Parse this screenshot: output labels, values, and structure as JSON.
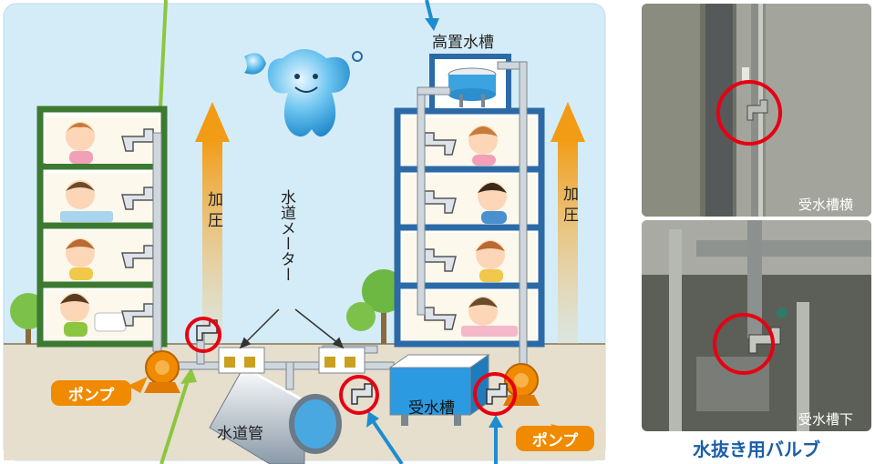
{
  "labels": {
    "elevated_tank": "高置水槽",
    "pressurize": "加圧",
    "water_meter": "水道メーター",
    "water_pipe": "水道管",
    "pump": "ポンプ",
    "receiving_tank": "受水槽"
  },
  "photos": {
    "top_caption": "受水槽横",
    "bottom_caption": "受水槽下",
    "title": "水抜き用バルブ"
  },
  "colors": {
    "sky": "#d4ecf8",
    "ground": "#e6dfcd",
    "green_building": "#3c7a32",
    "blue_building": "#2b6aa6",
    "arrow_orange": "#f29b15",
    "pump_orange": "#f08a00",
    "highlight_circle": "#e60012",
    "pointer_green": "#8cc63f",
    "pointer_blue": "#1f8ccf",
    "caption_blue": "#1a5ea8"
  }
}
